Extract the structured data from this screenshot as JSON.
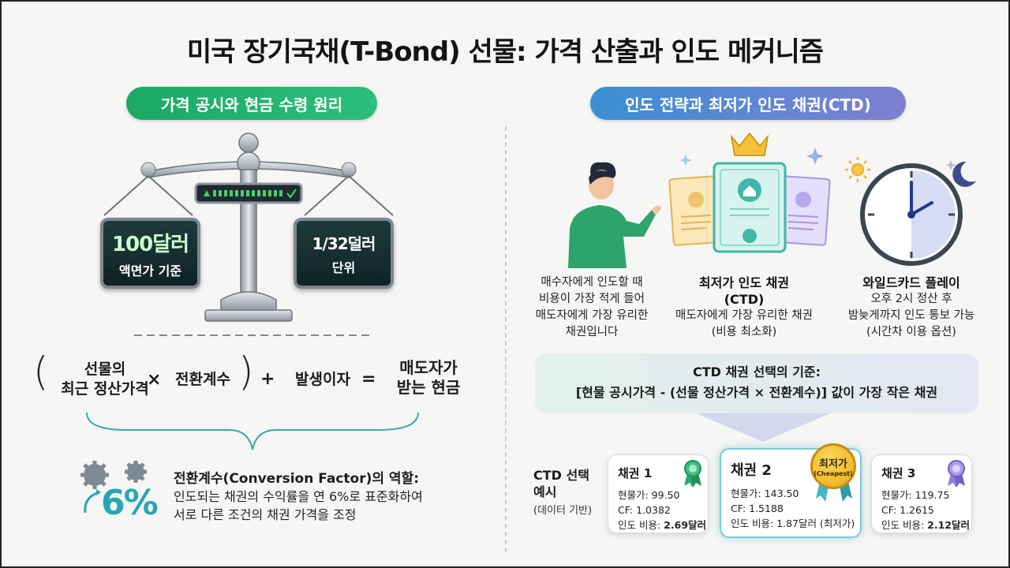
{
  "title": "미국 장기국채(T-Bond) 선물: 가격 산출과 인도 메커니즘",
  "left": {
    "header": "가격 공시와 현금 수령 원리",
    "pan_left": {
      "big": "100달러",
      "small": "액면가 기준"
    },
    "pan_right": {
      "big": "1/32덜러",
      "small": "단위"
    },
    "formula": {
      "term1_line1": "선물의",
      "term1_line2": "최근 정산가격",
      "times": "×",
      "term2": "전환계수",
      "plus": "+",
      "term3": "발생이자",
      "equals": "=",
      "result_line1": "매도자가",
      "result_line2": "받는 현금"
    },
    "cf": {
      "big": "6%",
      "title": "전환계수(Conversion Factor)의 역할:",
      "line1": "인도되는 채권의 수익률을 연 6%로 표준화하여",
      "line2": "서로 다른 조건의 채권 가격을 조정"
    }
  },
  "right": {
    "header": "인도 전략과 최저가 인도 채권(CTD)",
    "person_text": [
      "매수자에게 인도할 때",
      "비용이 가장 적게 들어",
      "매도자에게 가장 유리한",
      "채권입니다"
    ],
    "ctd": {
      "title1": "최저가 인도 채권",
      "title2": "(CTD)",
      "line1": "매도자에게 가장 유리한 채권",
      "line2": "(비용 최소화)"
    },
    "wildcard": {
      "title": "와일드카드 플레이",
      "line1": "오후 2시 정산 후",
      "line2": "밤늦게까지 인도 통보 가능",
      "line3": "(시간차 이용 옵션)"
    },
    "criteria": {
      "line1": "CTD 채권 선택의 기준:",
      "line2": "[현물 공시가격 - (선물 정산가격 × 전환계수)] 값이 가장 작은 채권"
    },
    "example_label1": "CTD 선택",
    "example_label2": "예시",
    "example_sub": "(데이터 기반)",
    "badge": {
      "main": "최저가",
      "sub": "(Cheapest)"
    },
    "bonds": [
      {
        "name": "채권 1",
        "price": "현물가: 99.50",
        "cf": "CF: 1.0382",
        "cost_label": "인도 비용: ",
        "cost": "2.69달러"
      },
      {
        "name": "채권 2",
        "price": "현물가: 143.50",
        "cf": "CF: 1.5188",
        "cost_label": "인도 비용: ",
        "cost": "1.87달러 (최저가)"
      },
      {
        "name": "채권 3",
        "price": "현물가: 119.75",
        "cf": "CF: 1.2615",
        "cost_label": "인도 비용: ",
        "cost": "2.12달러"
      }
    ]
  },
  "colors": {
    "green_pill": "#1ba864",
    "blue_pill": "#3a8fd4",
    "teal": "#27a6b4",
    "gold": "#e8a914"
  }
}
